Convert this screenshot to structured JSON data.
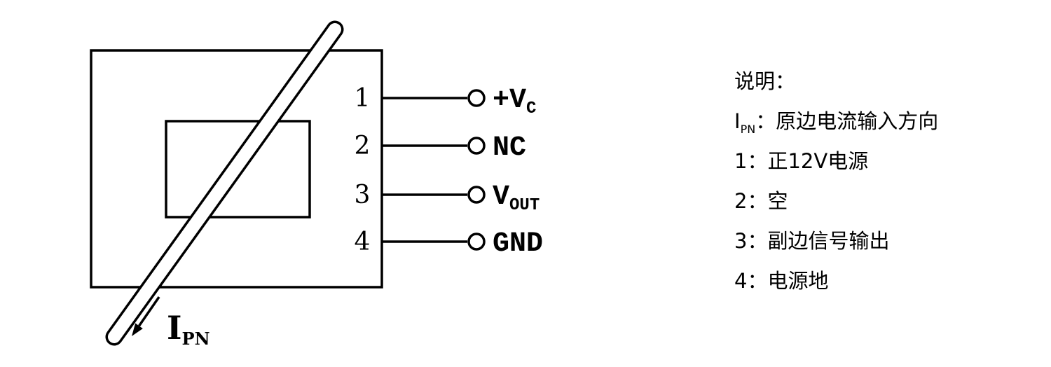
{
  "diagram": {
    "current_label": {
      "main": "I",
      "sub": "PN"
    },
    "pins": [
      {
        "num": "1",
        "label": "+V",
        "sub": "C"
      },
      {
        "num": "2",
        "label": "NC",
        "sub": ""
      },
      {
        "num": "3",
        "label": "V",
        "sub": "OUT"
      },
      {
        "num": "4",
        "label": "GND",
        "sub": ""
      }
    ]
  },
  "legend": {
    "title": "说明：",
    "items": [
      {
        "pre": "I",
        "sub": "PN",
        "text": "：原边电流输入方向"
      },
      {
        "pre": "1",
        "sub": "",
        "text": "：正12V电源"
      },
      {
        "pre": "2",
        "sub": "",
        "text": "：空"
      },
      {
        "pre": "3",
        "sub": "",
        "text": "：副边信号输出"
      },
      {
        "pre": "4",
        "sub": "",
        "text": "：电源地"
      }
    ]
  },
  "colors": {
    "line": "#000000",
    "background": "#ffffff"
  }
}
